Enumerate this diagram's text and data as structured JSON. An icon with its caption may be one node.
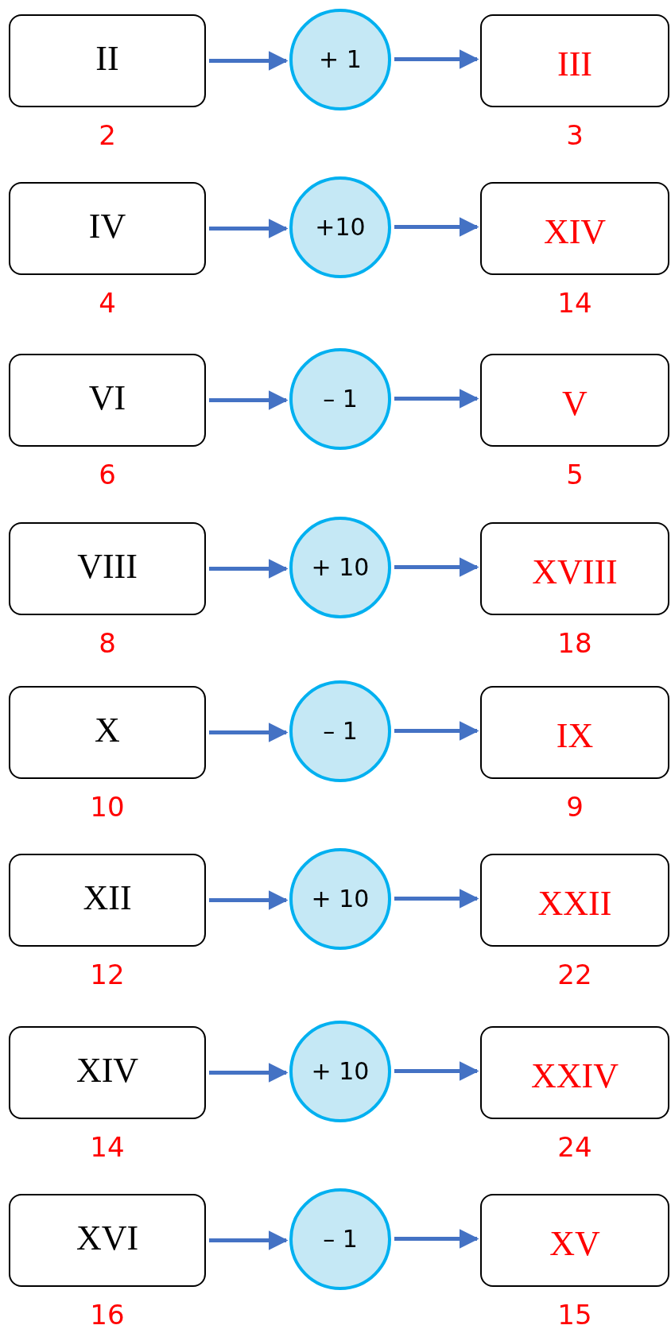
{
  "diagram": {
    "nodes": [
      {
        "text": [
          "II"
        ],
        "beside": [
          "2"
        ]
      },
      {
        "text": [
          "+ 1"
        ]
      },
      {
        "text": [
          "III"
        ],
        "beside": [
          "3"
        ]
      },
      {
        "text": [
          "IV"
        ],
        "beside": [
          "4"
        ]
      },
      {
        "text": [
          "+10"
        ]
      },
      {
        "text": [
          "XIV"
        ],
        "beside": [
          "14"
        ]
      },
      {
        "text": [
          "VI"
        ],
        "beside": [
          "6"
        ]
      },
      {
        "text": [
          "– 1"
        ]
      },
      {
        "text": [
          "V"
        ],
        "beside": [
          "5"
        ]
      },
      {
        "text": [
          "VIII"
        ],
        "beside": [
          "8"
        ]
      },
      {
        "text": [
          "+ 10"
        ]
      },
      {
        "text": [
          "XVIII"
        ],
        "beside": [
          "18"
        ]
      },
      {
        "text": [
          "X"
        ],
        "beside": [
          "10"
        ]
      },
      {
        "text": [
          "– 1"
        ]
      },
      {
        "text": [
          "IX"
        ],
        "beside": [
          "9"
        ]
      },
      {
        "text": [
          "XII"
        ],
        "beside": [
          "12"
        ]
      },
      {
        "text": [
          "+ 10"
        ]
      },
      {
        "text": [
          "XXII"
        ],
        "beside": [
          "22"
        ]
      },
      {
        "text": [
          "XIV"
        ],
        "beside": [
          "14"
        ]
      },
      {
        "text": [
          "+ 10"
        ]
      },
      {
        "text": [
          "XXIV"
        ],
        "beside": [
          "24"
        ]
      },
      {
        "text": [
          "XVI"
        ],
        "beside": [
          "16"
        ]
      },
      {
        "text": [
          "– 1"
        ]
      },
      {
        "text": [
          "XV"
        ],
        "beside": [
          "15"
        ]
      }
    ],
    "edges": [
      {
        "from": 0,
        "to": 1,
        "arrow": "to"
      },
      {
        "from": 1,
        "to": 2,
        "arrow": "to"
      },
      {
        "from": 3,
        "to": 4,
        "arrow": "to"
      },
      {
        "from": 4,
        "to": 5,
        "arrow": "to"
      },
      {
        "from": 6,
        "to": 7,
        "arrow": "to"
      },
      {
        "from": 7,
        "to": 8,
        "arrow": "to"
      },
      {
        "from": 9,
        "to": 10,
        "arrow": "to"
      },
      {
        "from": 10,
        "to": 11,
        "arrow": "to"
      },
      {
        "from": 12,
        "to": 13,
        "arrow": "to"
      },
      {
        "from": 13,
        "to": 14,
        "arrow": "to"
      },
      {
        "from": 15,
        "to": 16,
        "arrow": "to"
      },
      {
        "from": 16,
        "to": 17,
        "arrow": "to"
      },
      {
        "from": 18,
        "to": 19,
        "arrow": "to"
      },
      {
        "from": 19,
        "to": 20,
        "arrow": "to"
      },
      {
        "from": 21,
        "to": 22,
        "arrow": "to"
      },
      {
        "from": 22,
        "to": 23,
        "arrow": "to"
      }
    ]
  }
}
